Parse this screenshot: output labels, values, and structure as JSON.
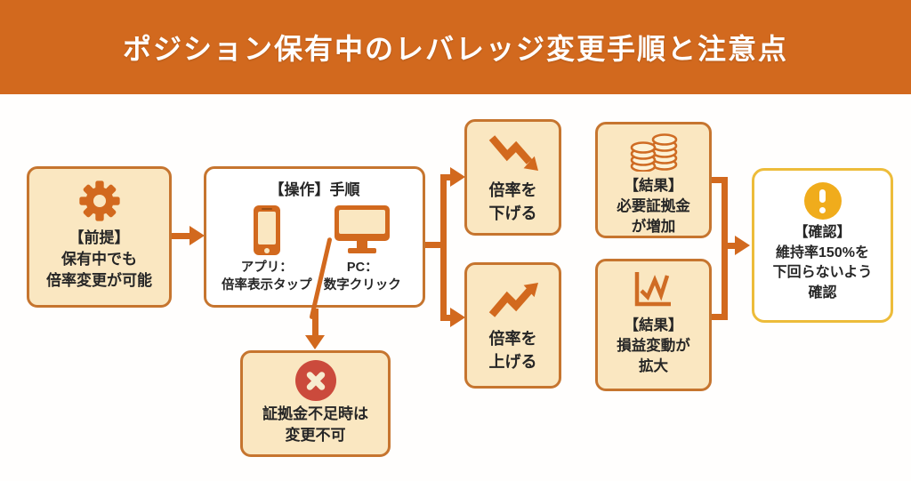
{
  "header": {
    "title": "ポジション保有中のレバレッジ変更手順と注意点"
  },
  "colors": {
    "accent_orange": "#d2691e",
    "box_border": "#c6752f",
    "box_fill_cream": "#fae7c1",
    "confirm_border_gold": "#edbc3a",
    "alert_red": "#cb4a3c",
    "warn_yellow": "#f0ac1c",
    "text": "#262626"
  },
  "boxes": {
    "premise": {
      "icon": "gear-icon",
      "lines": [
        "【前提】",
        "保有中でも",
        "倍率変更が可能"
      ]
    },
    "operation": {
      "title": "【操作】手順",
      "app": {
        "icon": "smartphone-icon",
        "lines": [
          "アプリ：",
          "倍率表示タップ"
        ]
      },
      "pc": {
        "icon": "monitor-icon",
        "lines": [
          "PC：",
          "数字クリック"
        ]
      }
    },
    "insufficient": {
      "icon": "error-x-icon",
      "lines": [
        "証拠金不足時は",
        "変更不可"
      ]
    },
    "lower": {
      "icon": "trend-down-icon",
      "lines": [
        "倍率を",
        "下げる"
      ]
    },
    "margin_increase": {
      "icon": "coins-icon",
      "lines": [
        "【結果】",
        "必要証拠金",
        "が増加"
      ]
    },
    "raise": {
      "icon": "trend-up-icon",
      "lines": [
        "倍率を",
        "上げる"
      ]
    },
    "pnl_expand": {
      "icon": "chart-icon",
      "lines": [
        "【結果】",
        "損益変動が",
        "拡大"
      ]
    },
    "confirm": {
      "icon": "alert-icon",
      "lines": [
        "【確認】",
        "維持率150%を",
        "下回らないよう",
        "確認"
      ]
    }
  }
}
